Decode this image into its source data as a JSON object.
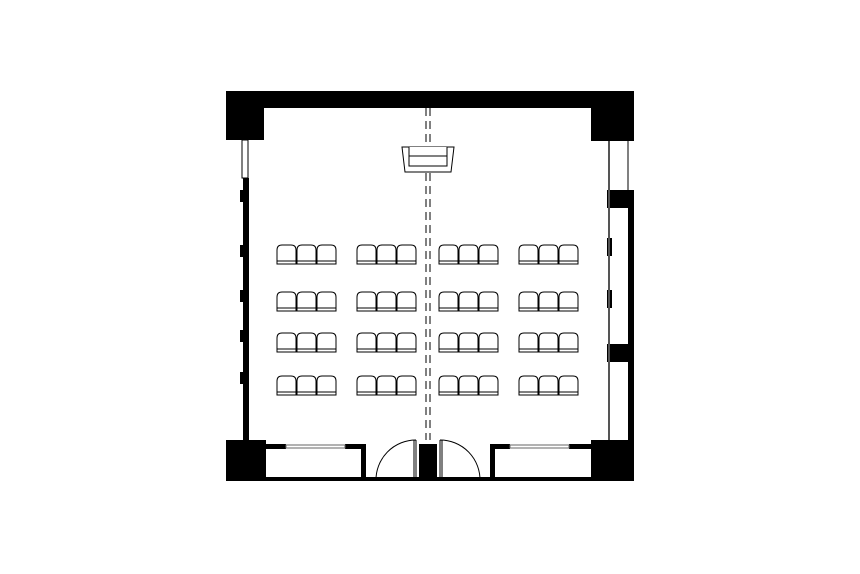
{
  "diagram": {
    "type": "floor-plan",
    "colors": {
      "wall": "#000000",
      "line": "#000000",
      "background": "#ffffff",
      "window": "#888888"
    },
    "seating": {
      "groups_per_row": 4,
      "rows": 4,
      "seats_per_group": 3
    },
    "features": [
      "podium",
      "center-dashed-line",
      "double-door",
      "windows"
    ]
  }
}
